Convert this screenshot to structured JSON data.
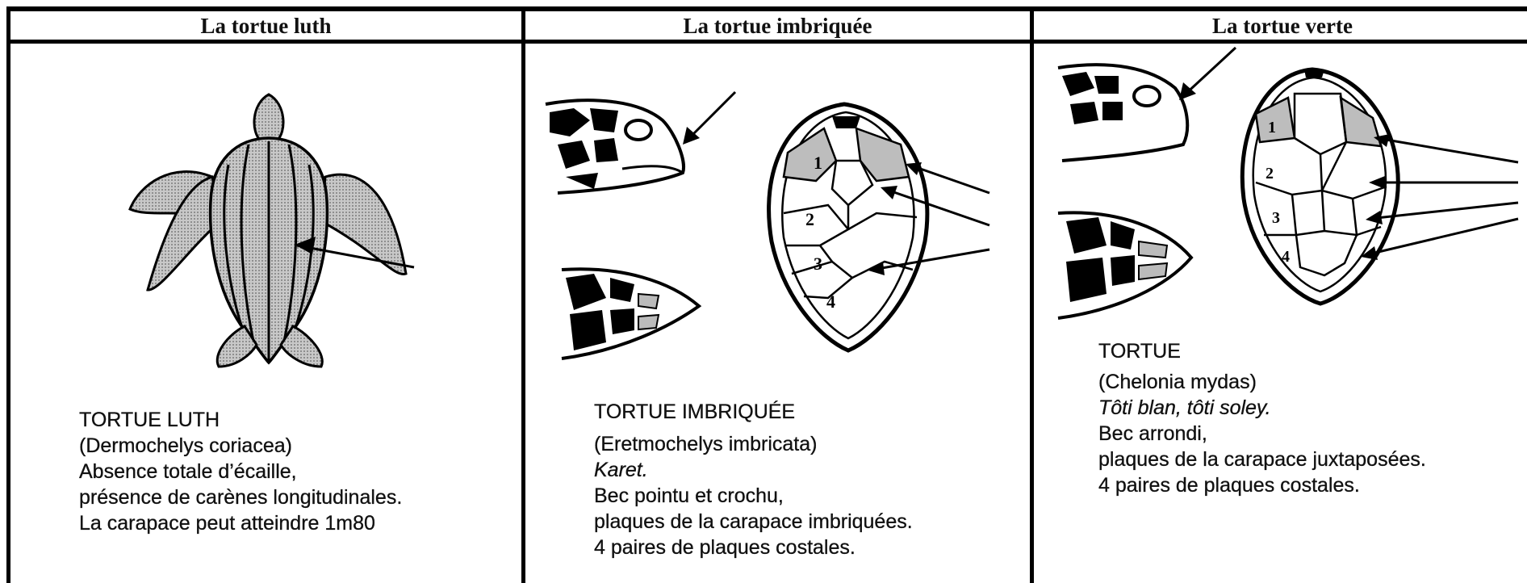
{
  "columns": [
    {
      "header": "La tortue luth",
      "title": "TORTUE LUTH",
      "species": "(Dermochelys coriacea)",
      "lines": [
        "Absence totale d’écaille,",
        "présence de carènes longitudinales.",
        "La carapace peut atteindre 1m80"
      ]
    },
    {
      "header": "La tortue imbriquée",
      "title": "TORTUE IMBRIQUÉE",
      "species": "(Eretmochelys imbricata)",
      "local_name": "Karet.",
      "lines": [
        "Bec pointu et crochu,",
        "plaques de la carapace imbriquées.",
        "4 paires de plaques costales."
      ],
      "plate_numbers": [
        "1",
        "2",
        "3",
        "4"
      ]
    },
    {
      "header": "La tortue verte",
      "title": "TORTUE",
      "species": "(Chelonia mydas)",
      "local_name": "Tôti blan, tôti soley.",
      "lines": [
        "Bec arrondi,",
        "plaques de la carapace juxtaposées.",
        "4 paires de plaques costales."
      ],
      "plate_numbers": [
        "1",
        "2",
        "3",
        "4"
      ]
    }
  ],
  "colors": {
    "line": "#000000",
    "shade": "#b8b8b8",
    "paper": "#ffffff"
  }
}
